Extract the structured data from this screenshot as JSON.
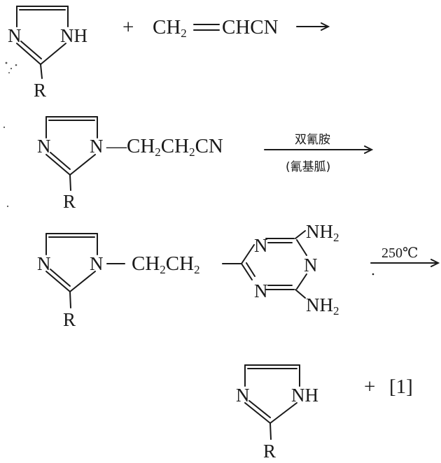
{
  "reaction": {
    "step1": {
      "reactant_ring": {
        "n_left": "N",
        "nh": "NH",
        "r": "R"
      },
      "plus": "+",
      "reagent": {
        "ch": "CH",
        "sub": "2",
        "double_bond": "═",
        "rest": "CHCN"
      }
    },
    "step2": {
      "ring": {
        "n_left": "N",
        "n_right": "N",
        "r": "R"
      },
      "chain": {
        "part1": "—CH",
        "s1": "2",
        "part2": "CH",
        "s2": "2",
        "part3": "CN"
      },
      "condition_above": "双氰胺",
      "condition_below": "(氰基胍)"
    },
    "step3": {
      "ring": {
        "n_left": "N",
        "n_right": "N",
        "r": "R"
      },
      "chain": {
        "part1": "—CH",
        "s1": "2",
        "part2": "CH",
        "s2": "2"
      },
      "triazine": {
        "n_top": "N",
        "n_right": "N",
        "n_bottom": "N"
      },
      "nh2_top": {
        "text": "NH",
        "sub": "2"
      },
      "nh2_bottom": {
        "text": "NH",
        "sub": "2"
      },
      "condition": "250℃"
    },
    "products": {
      "ring": {
        "n_left": "N",
        "nh": "NH",
        "r": "R"
      },
      "plus": "+",
      "byproduct": "[1]"
    }
  }
}
